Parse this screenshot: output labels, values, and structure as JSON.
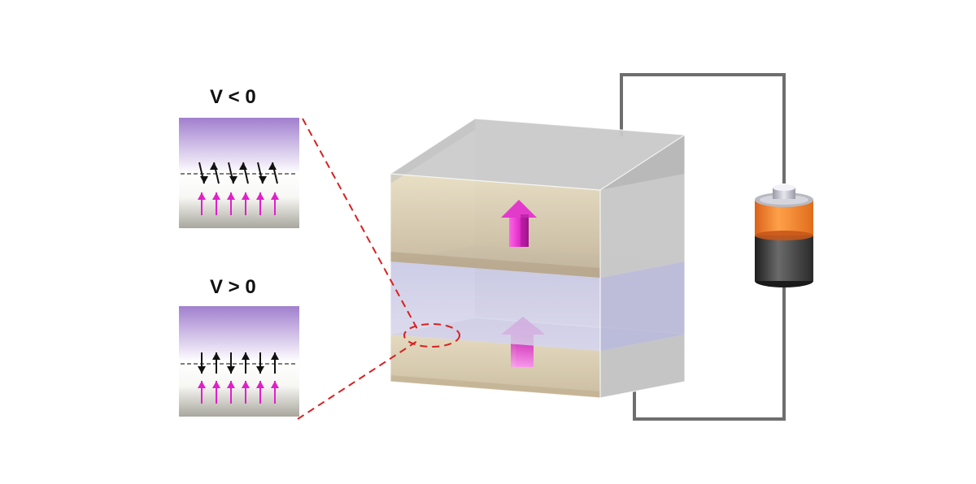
{
  "panels": [
    {
      "label": "V < 0",
      "interface_spins": [
        "down",
        "up",
        "down",
        "up",
        "down",
        "up"
      ],
      "magnet_spins": [
        "up",
        "up",
        "up",
        "up",
        "up",
        "up"
      ]
    },
    {
      "label": "V > 0",
      "interface_spins": [
        "down",
        "up",
        "down",
        "up",
        "down",
        "up"
      ],
      "magnet_spins": [
        "up",
        "up",
        "up",
        "up",
        "up",
        "up"
      ]
    }
  ],
  "colors": {
    "magnetic_layer": "#d8ceb6",
    "dielectric_layer": "#c8c8e6",
    "electrolyte_gradient_top": "#a17fce",
    "magnetization_arrow": "#e020c8",
    "zoom_lines": "#d92020",
    "wire": "#6e6e6e",
    "battery_cap": "#f07a1a",
    "battery_body": "#3a3a3a"
  },
  "icons": [
    "magnetization-arrow-icon",
    "battery-icon",
    "spin-arrow-icon"
  ]
}
